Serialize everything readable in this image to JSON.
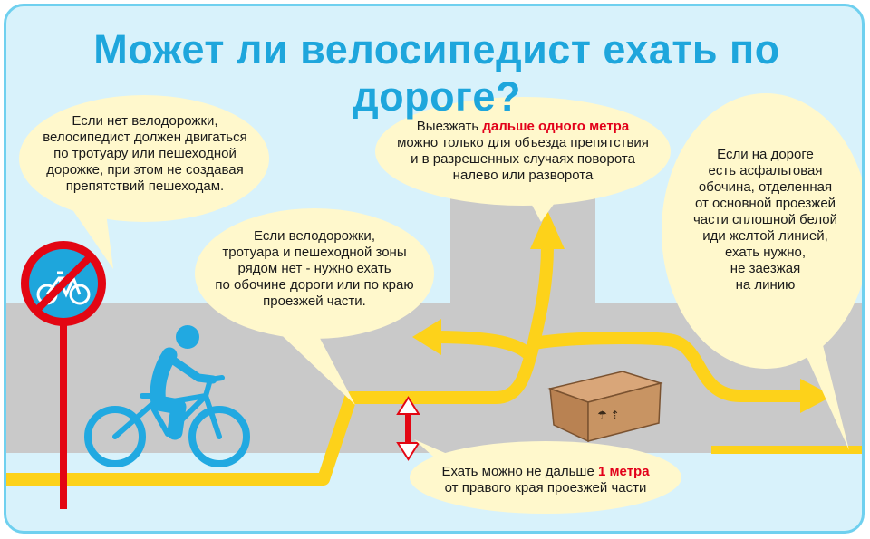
{
  "title": "Может ли велосипедист ехать по дороге?",
  "colors": {
    "background": "#d8f2fb",
    "frame": "#6fd0ef",
    "title": "#1ea6dc",
    "road": "#c9c9c9",
    "arrow": "#fdd21a",
    "bubble": "#fff8cc",
    "cyclist": "#21a9e1",
    "sign_red": "#e30613",
    "accent_red": "#e2001a"
  },
  "icons": [
    "no-bicycle-sign-icon",
    "cyclist-icon",
    "cardboard-box-icon",
    "double-arrow-icon"
  ],
  "bubbles": {
    "no_bike_path": {
      "lines": [
        "Если нет велодорожки,",
        "велосипедист должен двигаться",
        "по тротуару или пешеходной",
        "дорожке, при этом не создавая",
        "препятствий пешеходам."
      ]
    },
    "no_sidewalk": {
      "lines": [
        "Если велодорожки,",
        "тротуара и пешеходной зоны",
        "рядом нет - нужно ехать",
        "по обочине дороги или по краю",
        "проезжей части."
      ]
    },
    "beyond_one_meter": {
      "line1_prefix": "Выезжать ",
      "line1_emphasis": "дальше одного метра",
      "lines": [
        "можно только для объезда препятствия",
        "и в разрешенных случаях поворота",
        "налево или разворота"
      ]
    },
    "asphalt_shoulder": {
      "lines": [
        "Если на дороге",
        "есть асфальтовая",
        "обочина, отделенная",
        "от основной проезжей",
        "части сплошной белой",
        "иди желтой линией,",
        "ехать нужно,",
        "не заезжая",
        "на линию"
      ]
    },
    "one_meter": {
      "line1_prefix": "Ехать можно не дальше ",
      "line1_emphasis": "1 метра",
      "line2": "от правого края проезжей части"
    }
  }
}
